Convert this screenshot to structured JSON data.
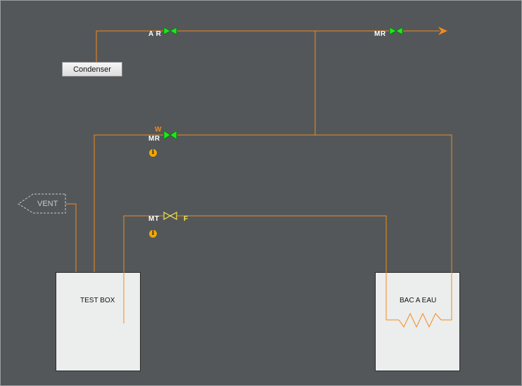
{
  "condenser": {
    "label": "Condenser"
  },
  "vent": {
    "label": "VENT"
  },
  "test_box": {
    "label": "TEST BOX"
  },
  "bac_a_eau": {
    "label": "BAC A EAU"
  },
  "valves": {
    "ar": {
      "label": "A R",
      "state": "open"
    },
    "mr_top": {
      "label": "MR",
      "state": "open"
    },
    "mr_mid": {
      "label": "MR",
      "top_label": "W",
      "state": "open"
    },
    "mt": {
      "label": "MT",
      "side_label": "F",
      "state": "closed"
    }
  },
  "info_icon": {
    "glyph": "i"
  },
  "colors": {
    "background": "#53575a",
    "pipe": "#f28a1c",
    "valve_open": "#1ee81e",
    "valve_closed": "#f5e84a",
    "box_fill": "#eceded"
  }
}
